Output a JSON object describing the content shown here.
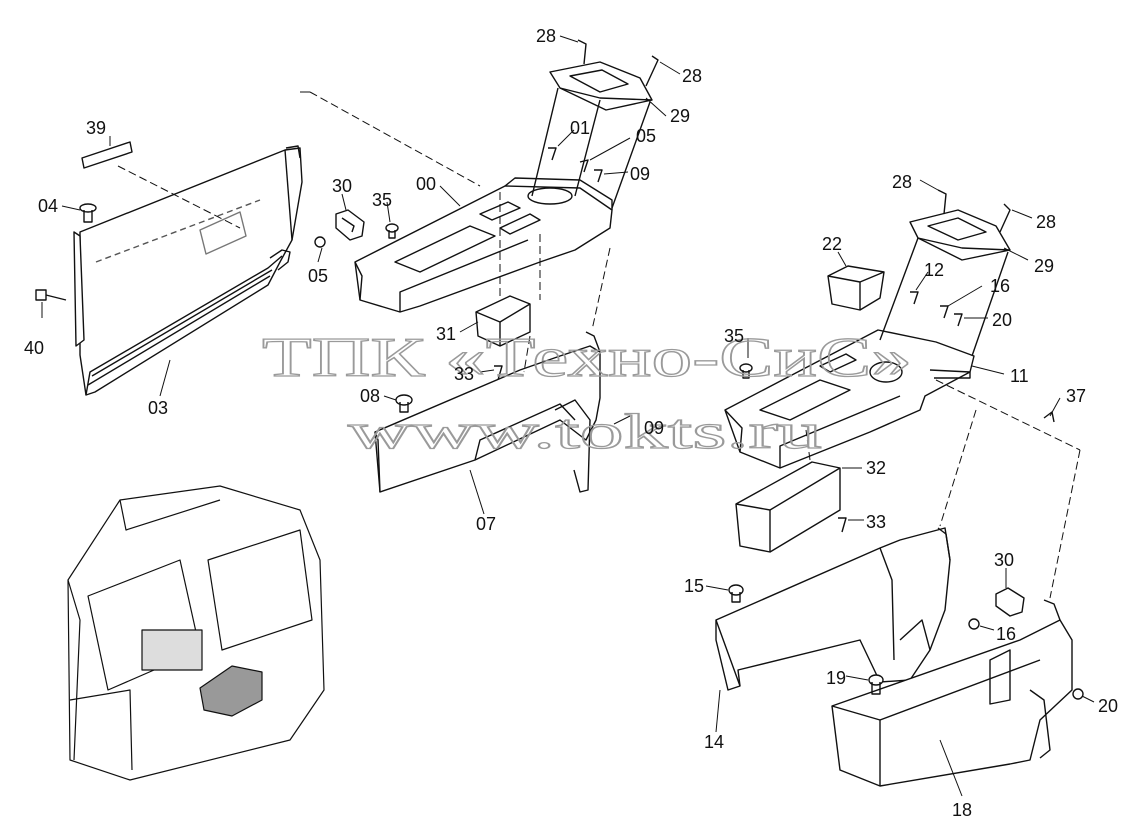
{
  "watermark": {
    "line1": "ТПК «Техно-СиС»",
    "line2": "www.tokts.ru"
  },
  "parts": [
    {
      "id": "28a",
      "label": "28"
    },
    {
      "id": "28b",
      "label": "28"
    },
    {
      "id": "29a",
      "label": "29"
    },
    {
      "id": "01",
      "label": "01"
    },
    {
      "id": "05a",
      "label": "05"
    },
    {
      "id": "09a",
      "label": "09"
    },
    {
      "id": "00",
      "label": "00"
    },
    {
      "id": "35a",
      "label": "35"
    },
    {
      "id": "30a",
      "label": "30"
    },
    {
      "id": "05b",
      "label": "05"
    },
    {
      "id": "04",
      "label": "04"
    },
    {
      "id": "39",
      "label": "39"
    },
    {
      "id": "40",
      "label": "40"
    },
    {
      "id": "03",
      "label": "03"
    },
    {
      "id": "31",
      "label": "31"
    },
    {
      "id": "33a",
      "label": "33"
    },
    {
      "id": "08",
      "label": "08"
    },
    {
      "id": "09b",
      "label": "09"
    },
    {
      "id": "07",
      "label": "07"
    },
    {
      "id": "28c",
      "label": "28"
    },
    {
      "id": "28d",
      "label": "28"
    },
    {
      "id": "29b",
      "label": "29"
    },
    {
      "id": "22",
      "label": "22"
    },
    {
      "id": "12",
      "label": "12"
    },
    {
      "id": "16a",
      "label": "16"
    },
    {
      "id": "20a",
      "label": "20"
    },
    {
      "id": "35b",
      "label": "35"
    },
    {
      "id": "11",
      "label": "11"
    },
    {
      "id": "37",
      "label": "37"
    },
    {
      "id": "32",
      "label": "32"
    },
    {
      "id": "33b",
      "label": "33"
    },
    {
      "id": "15",
      "label": "15"
    },
    {
      "id": "30b",
      "label": "30"
    },
    {
      "id": "16b",
      "label": "16"
    },
    {
      "id": "19",
      "label": "19"
    },
    {
      "id": "20b",
      "label": "20"
    },
    {
      "id": "14",
      "label": "14"
    },
    {
      "id": "18",
      "label": "18"
    }
  ]
}
